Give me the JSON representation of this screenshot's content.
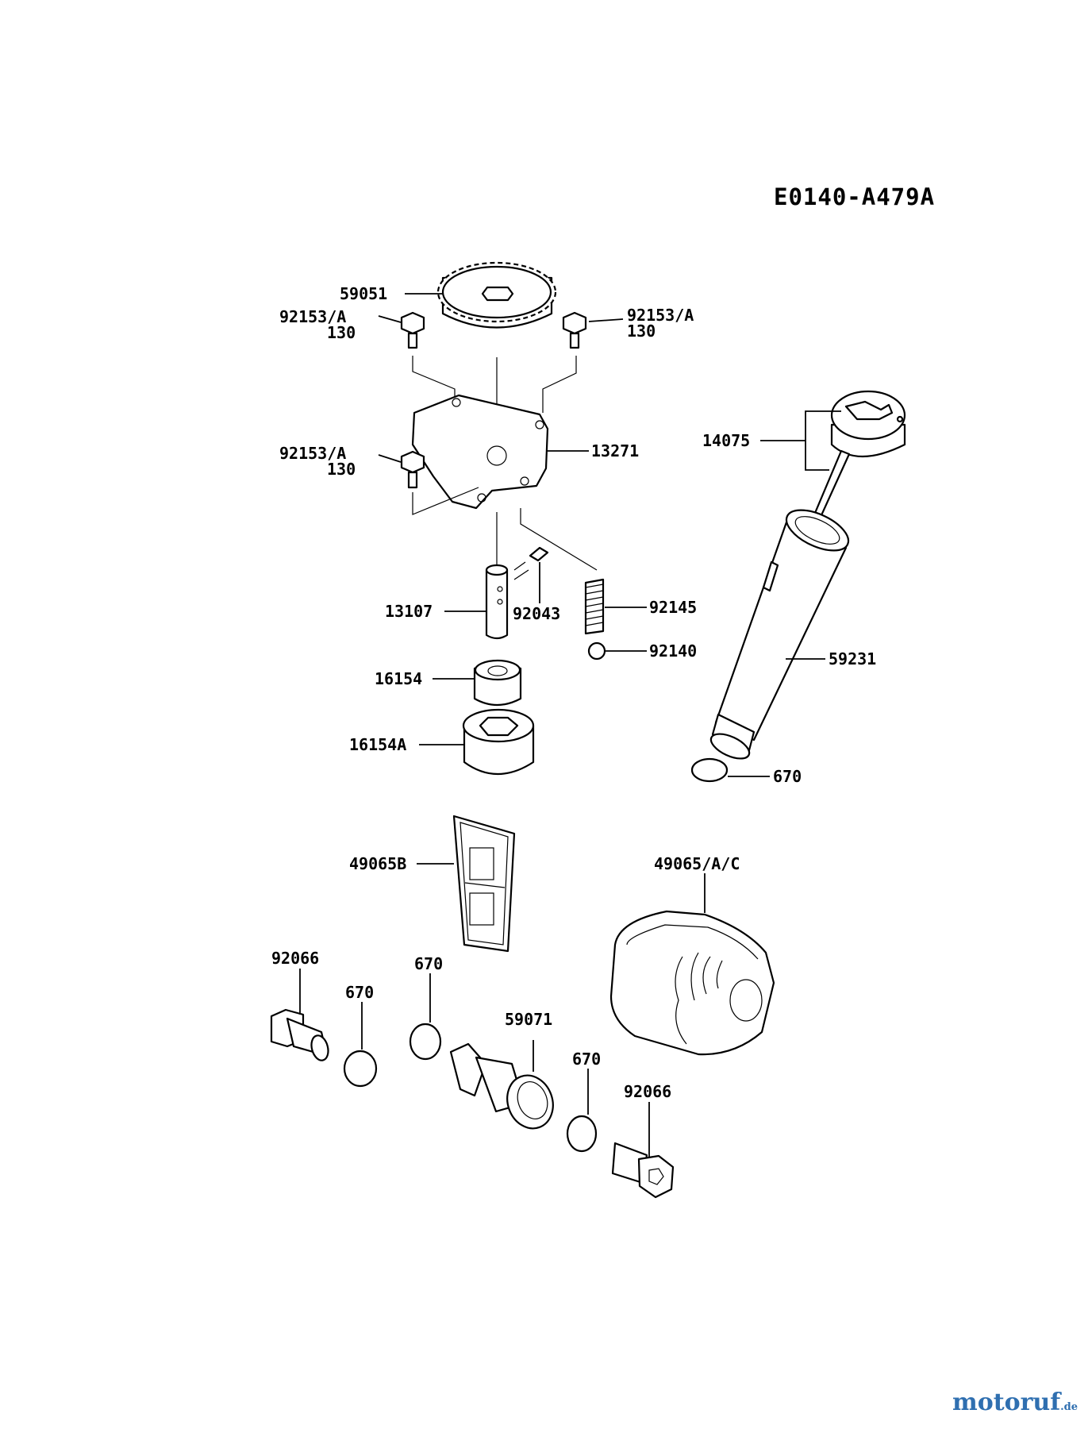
{
  "diagram_code": "E0140-A479A",
  "labels": {
    "gear": "59051",
    "bolt_a_top_left": "92153/A",
    "bolt_a_top_left_qty": "130",
    "bolt_a_top_right": "92153/A",
    "bolt_a_top_right_qty": "130",
    "bolt_a_mid_left": "92153/A",
    "bolt_a_mid_left_qty": "130",
    "plate": "13271",
    "shaft": "13107",
    "pin": "92043",
    "spring": "92145",
    "ball": "92140",
    "inner_rotor": "16154",
    "outer_rotor": "16154A",
    "strainer": "49065B",
    "oil_filter": "49065/A/C",
    "dipstick": "14075",
    "filler_tube": "59231",
    "oring_tube": "670",
    "plug_left": "92066",
    "oring_left": "670",
    "oring_mid": "670",
    "fitting": "59071",
    "oring_right": "670",
    "plug_right": "92066"
  },
  "watermark": {
    "text": "motoruf",
    "suffix": ".de"
  },
  "colors": {
    "line": "#000000",
    "background": "#ffffff",
    "watermark": "#2f6fb0"
  }
}
